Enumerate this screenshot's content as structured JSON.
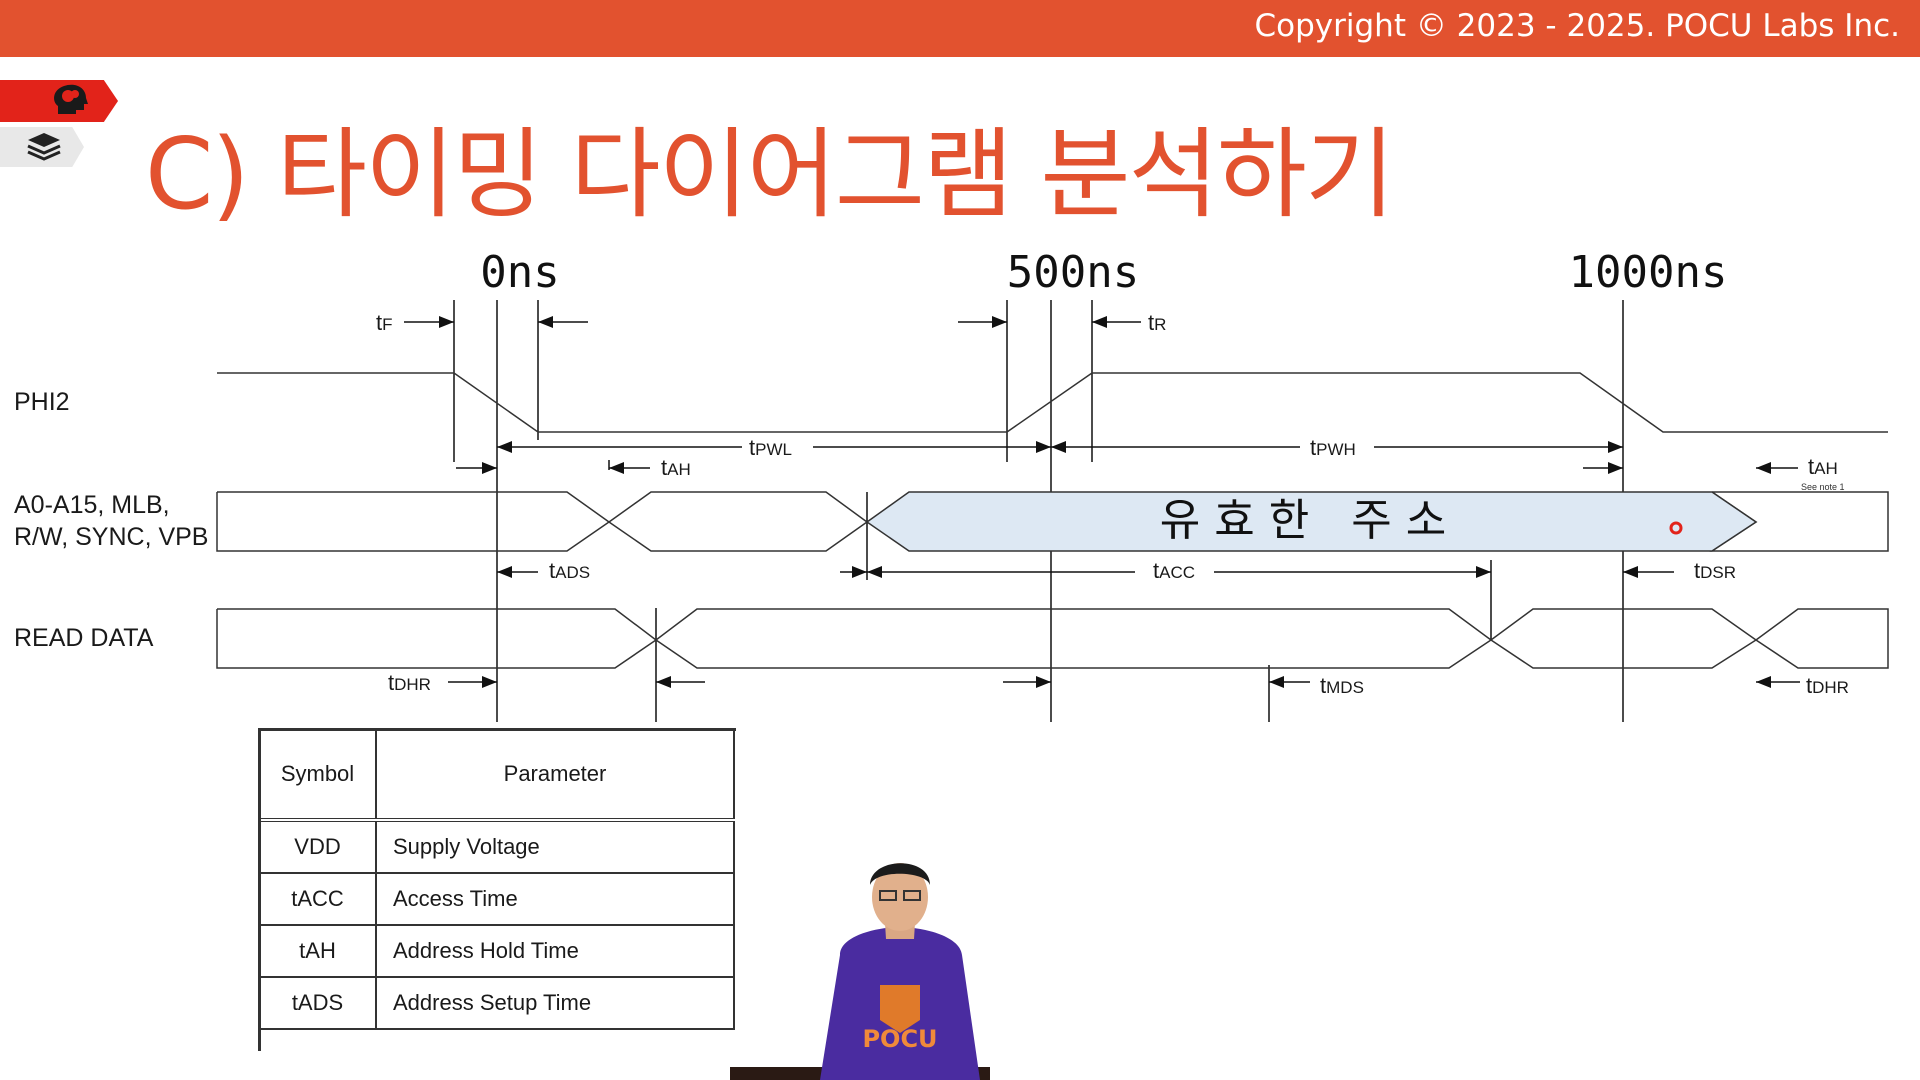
{
  "header": {
    "copyright": "Copyright © 2023 - 2025. POCU Labs Inc.",
    "accent_color": "#e2522f"
  },
  "side_tabs": [
    {
      "icon": "brain-head-icon",
      "color": "#e2231a"
    },
    {
      "icon": "layers-stack-icon",
      "color": "#e8e8e8"
    }
  ],
  "slide": {
    "title": "C) 타이밍 다이어그램 분석하기"
  },
  "diagram": {
    "time_markers": [
      "0ns",
      "500ns",
      "1000ns"
    ],
    "signals": [
      "PHI2",
      "A0-A15, MLB,",
      "R/W, SYNC, VPB",
      "READ DATA"
    ],
    "valid_address_label": "유효한 주소",
    "valid_address_fill": "#dde8f3",
    "note": "See note 1",
    "timing_labels": {
      "tF": {
        "t": "t",
        "sub": "F"
      },
      "tR": {
        "t": "t",
        "sub": "R"
      },
      "tPWL": {
        "t": "t",
        "sub": "PWL"
      },
      "tPWH": {
        "t": "t",
        "sub": "PWH"
      },
      "tAH1": {
        "t": "t",
        "sub": "AH"
      },
      "tAH2": {
        "t": "t",
        "sub": "AH"
      },
      "tADS": {
        "t": "t",
        "sub": "ADS"
      },
      "tACC": {
        "t": "t",
        "sub": "ACC"
      },
      "tDSR": {
        "t": "t",
        "sub": "DSR"
      },
      "tDHR1": {
        "t": "t",
        "sub": "DHR"
      },
      "tMDS": {
        "t": "t",
        "sub": "MDS"
      },
      "tDHR2": {
        "t": "t",
        "sub": "DHR"
      }
    }
  },
  "table": {
    "headers": {
      "symbol": "Symbol",
      "parameter": "Parameter"
    },
    "rows": [
      {
        "symbol": "VDD",
        "parameter": "Supply Voltage"
      },
      {
        "symbol": "tACC",
        "parameter": "Access Time"
      },
      {
        "symbol": "tAH",
        "parameter": "Address Hold Time"
      },
      {
        "symbol": "tADS",
        "parameter": "Address Setup Time"
      }
    ]
  },
  "presenter": {
    "shirt_logo": "POCU",
    "shirt_color": "#4a2ca0"
  }
}
